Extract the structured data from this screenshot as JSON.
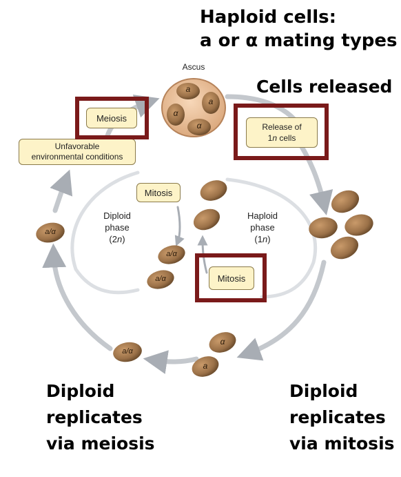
{
  "headings": {
    "haploid_line1": "Haploid cells:",
    "haploid_line2": "a or α mating types",
    "cells_released": "Cells released",
    "meiosis_caption": [
      "Diploid",
      "replicates",
      "via meiosis"
    ],
    "mitosis_caption": [
      "Diploid",
      "replicates",
      "via mitosis"
    ]
  },
  "diagram": {
    "ascus_label": "Ascus",
    "ascus_spores": [
      "a",
      "a",
      "α",
      "α"
    ],
    "meiosis_box": "Meiosis",
    "release_box_line1": "Release of",
    "release_box_line2_num": "1",
    "release_box_line2_var": "n",
    "release_box_line2_rest": " cells",
    "unfavorable_line1": "Unfavorable",
    "unfavorable_line2": "environmental conditions",
    "mitosis_top_box": "Mitosis",
    "mitosis_bottom_box": "Mitosis",
    "diploid_phase": [
      "Diploid",
      "phase",
      "(2",
      "n",
      ")"
    ],
    "haploid_phase": [
      "Haploid",
      "phase",
      "(1",
      "n",
      ")"
    ],
    "cell_labels": {
      "diploid": "a/α",
      "mating_a": "a",
      "mating_alpha": "α"
    }
  },
  "colors": {
    "highlight_border": "#7a1a1a",
    "label_fill": "#fdf3c8",
    "cell_fill": "#9b7148",
    "arrow": "#b8bcc2"
  }
}
